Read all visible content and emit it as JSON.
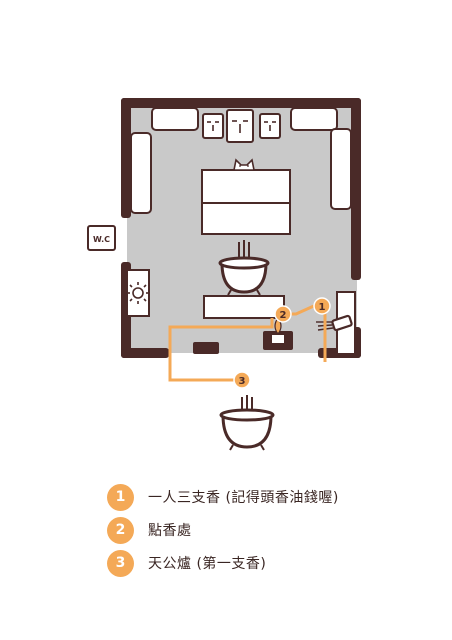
{
  "colors": {
    "wall": "#4a2a28",
    "floor": "#c9c9c9",
    "route": "#f4a957",
    "outline": "#4a2a28",
    "furniture": "#ffffff"
  },
  "icons": {
    "restroom": "wc-sign",
    "lamp": "sun-icon",
    "incense": "incense-burner-icon",
    "candle": "flame-icon"
  },
  "wc_sign": {
    "label": "W.C"
  },
  "markers": [
    {
      "number": "1"
    },
    {
      "number": "2"
    },
    {
      "number": "3"
    }
  ],
  "legend": [
    {
      "number": "1",
      "label": "一人三支香 (記得頭香油錢喔)"
    },
    {
      "number": "2",
      "label": "點香處"
    },
    {
      "number": "3",
      "label": "天公爐 (第一支香)"
    }
  ]
}
